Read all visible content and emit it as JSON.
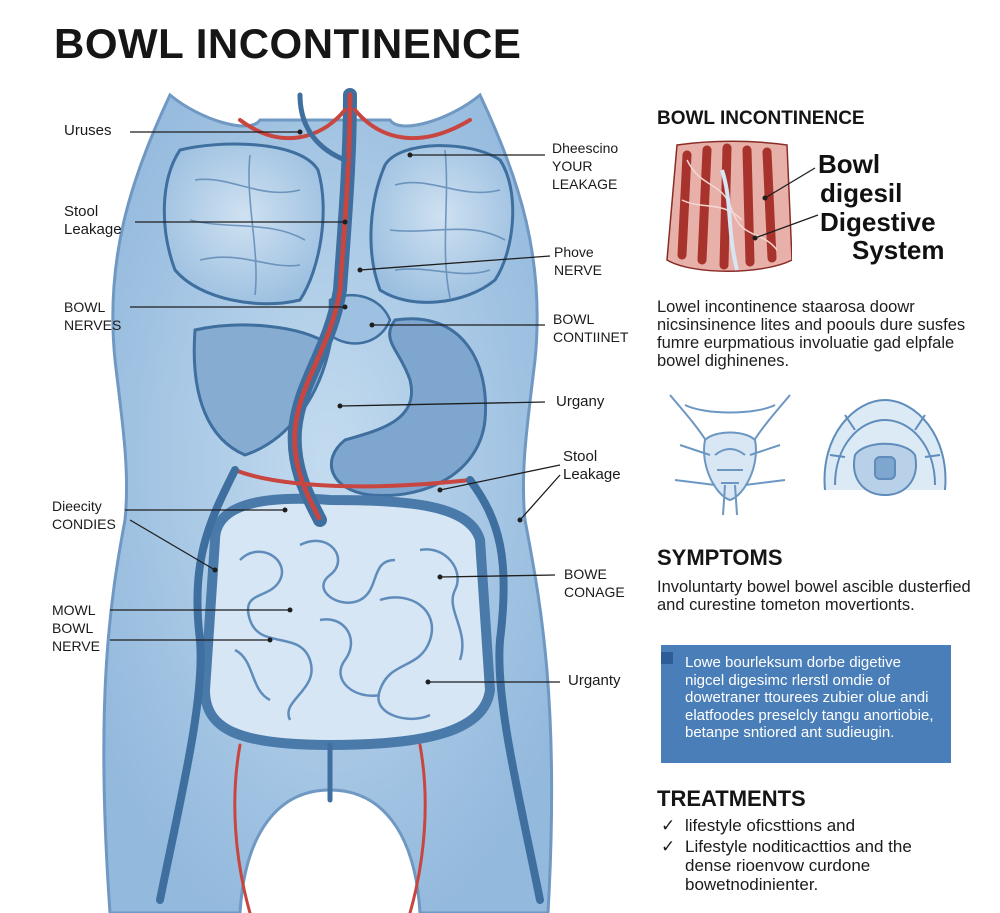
{
  "title": "BOWL INCONTINENCE",
  "diagram_labels": {
    "left": [
      {
        "id": "uruses",
        "text": "Uruses"
      },
      {
        "id": "stool-leakage",
        "text": "Stool\nLeakage"
      },
      {
        "id": "bowl-nerves",
        "text": "BOWL\nNERVES"
      },
      {
        "id": "dieecity",
        "text": "Dieecity\nCONDIES"
      },
      {
        "id": "mowl-bowl-nerve",
        "text": "MOWL\nBOWL\nNERVE"
      }
    ],
    "right": [
      {
        "id": "dheescino",
        "text": "Dheescino\nYOUR\nLEAKAGE"
      },
      {
        "id": "phove-nerve",
        "text": "Phove\nNERVE"
      },
      {
        "id": "bowl-contiinet",
        "text": "BOWL\nCONTIINET"
      },
      {
        "id": "urgany-1",
        "text": "Urgany"
      },
      {
        "id": "stool-leakage-r",
        "text": "Stool\nLeakage"
      },
      {
        "id": "bowe-conage",
        "text": "BOWE\nCONAGE"
      },
      {
        "id": "urganty",
        "text": "Urganty"
      }
    ]
  },
  "side_panel": {
    "title": "BOWL INCONTINENCE",
    "illustration_labels": [
      "Bowl",
      "digesil",
      "Digestive",
      "System"
    ],
    "intro": "Lowel incontinence staarosa doowr nicsinsinence lites and poouls dure susfes fumre eurpmatious involuatie gad elpfale bowel dighinenes.",
    "symptoms": {
      "heading": "SYMPTOMS",
      "text": "Involuntarty bowel bowel ascible dusterfied and curestine tometon movertionts.",
      "box": "Lowe bourleksum dorbe digetive nigcel digesimc rlerstl omdie of dowetraner ttourees zubier olue andi elatfoodes preselcly tangu anortiobie, betanpe sntiored ant sudieugin."
    },
    "treatments": {
      "heading": "TREATMENTS",
      "check_icon": "✓",
      "items": [
        "lifestyle oficsttions and",
        "Lifestyle noditicacttios and the dense rioenvow curdone bowetnodinienter."
      ]
    }
  },
  "colors": {
    "body": "#a9c8e3",
    "organ": "#8fb2d6",
    "outline": "#3f6f9f",
    "artery": "#c8463f",
    "muscle": "#c0433b",
    "accent_box": "#4a7eb8"
  }
}
